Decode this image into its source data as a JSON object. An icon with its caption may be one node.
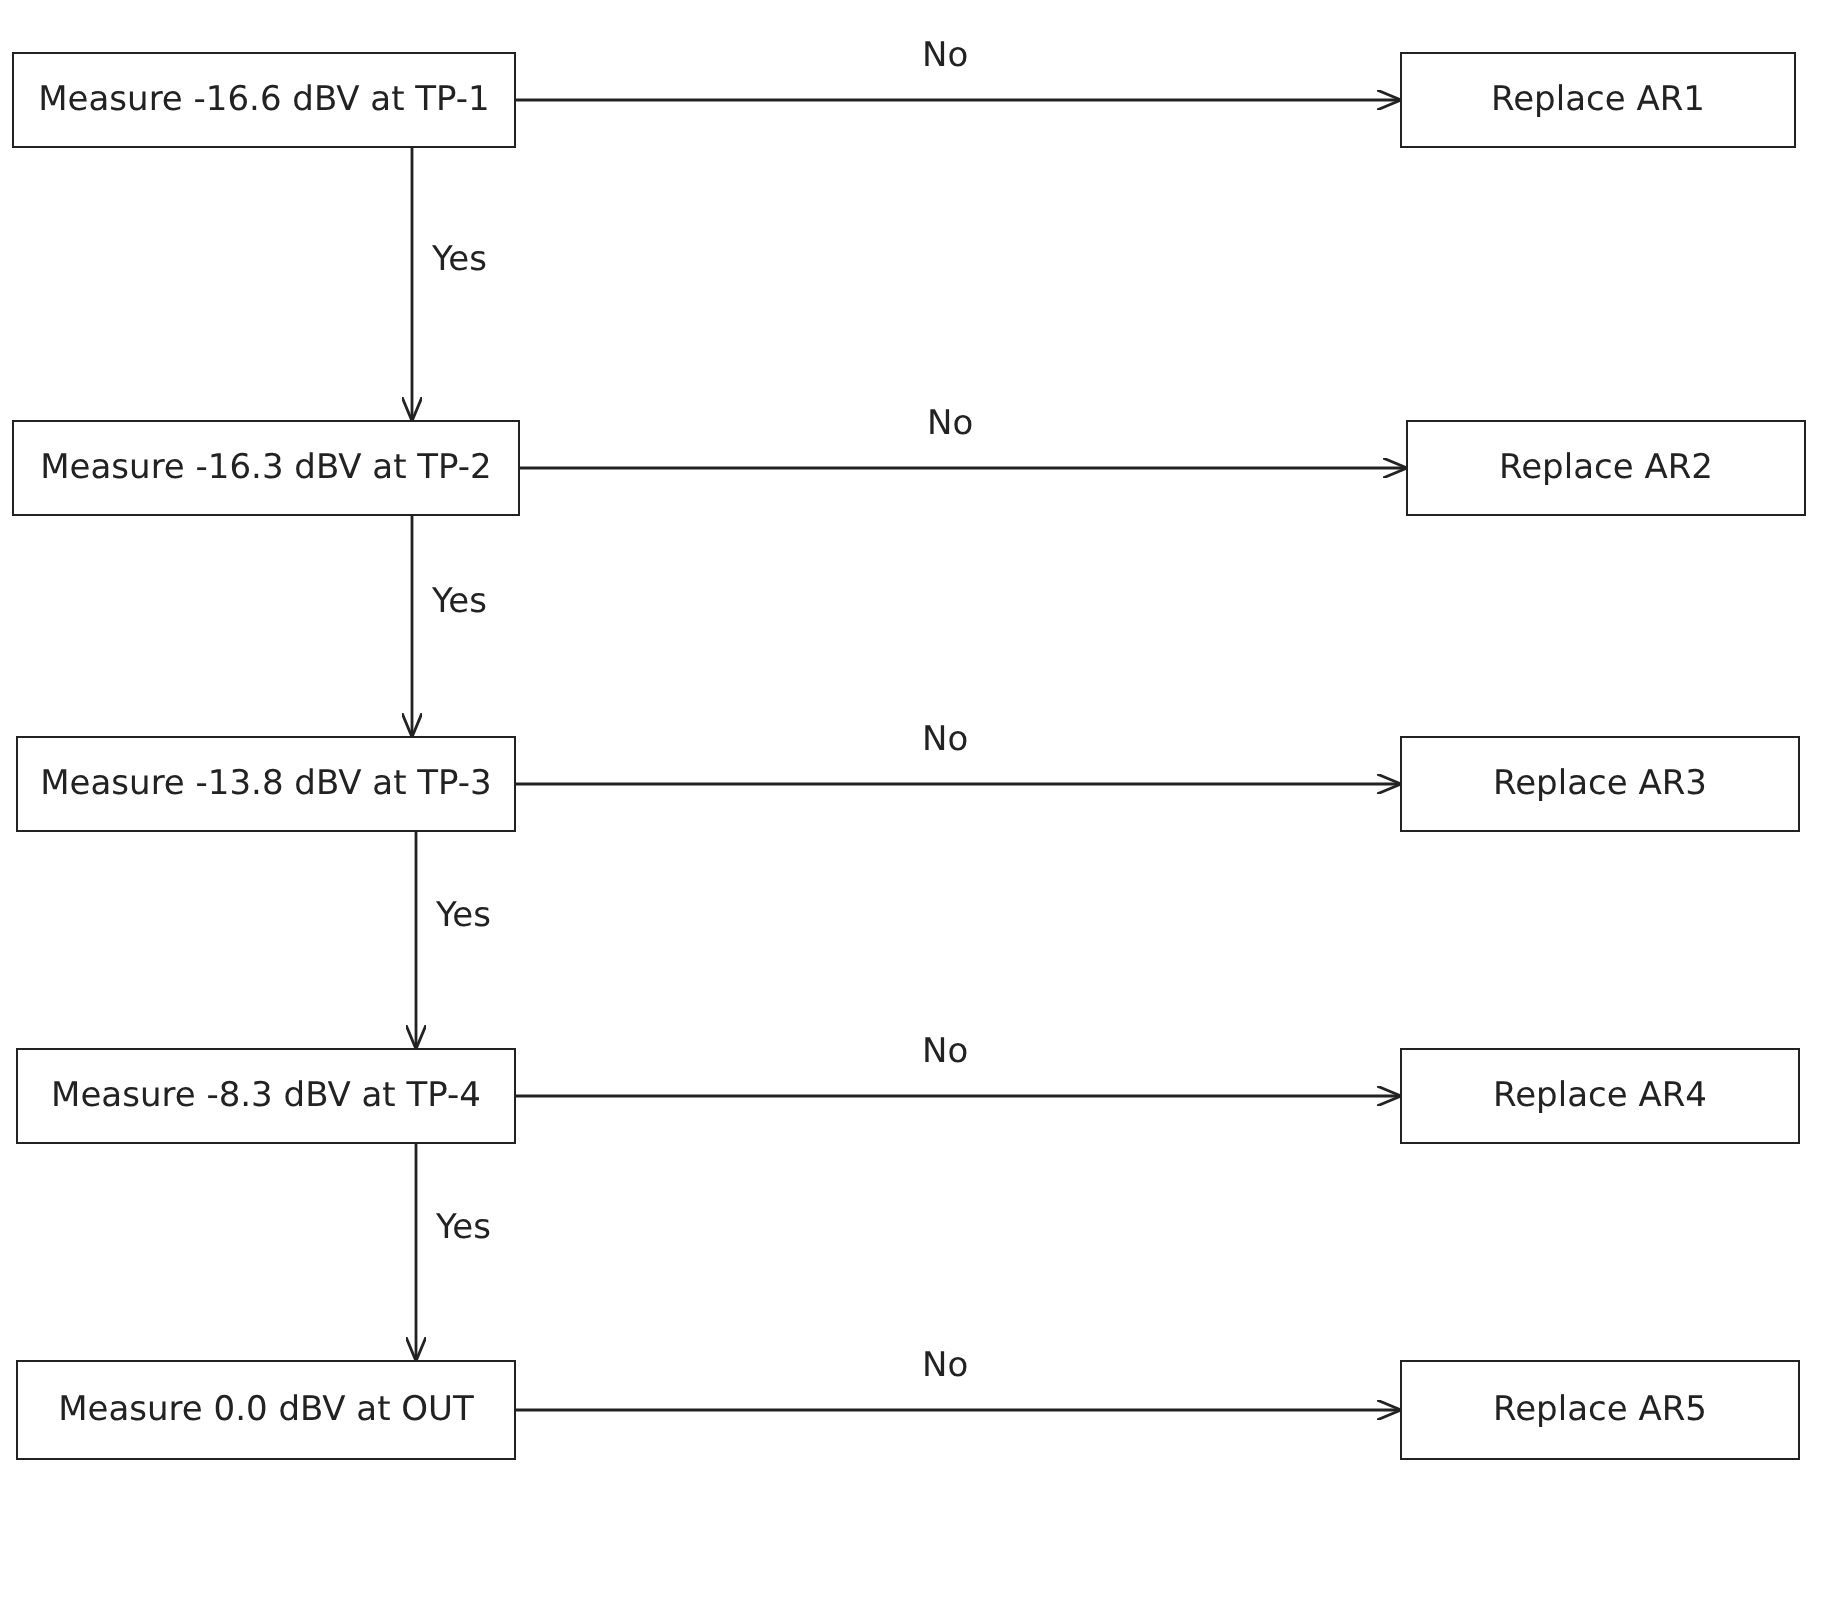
{
  "diagram": {
    "nodes": [
      {
        "text": [
          "Measure -16.6 dBV at TP-1"
        ]
      },
      {
        "text": [
          "Replace AR1"
        ]
      },
      {
        "text": [
          "Measure -16.3 dBV at TP-2"
        ]
      },
      {
        "text": [
          "Replace AR2"
        ]
      },
      {
        "text": [
          "Measure -13.8 dBV at TP-3"
        ]
      },
      {
        "text": [
          "Replace AR3"
        ]
      },
      {
        "text": [
          "Measure -8.3 dBV at TP-4"
        ]
      },
      {
        "text": [
          "Replace AR4"
        ]
      },
      {
        "text": [
          "Measure 0.0 dBV at OUT"
        ]
      },
      {
        "text": [
          "Replace AR5"
        ]
      }
    ],
    "edges": [
      {
        "from": 0,
        "to": 1,
        "arrow": "to",
        "label": "No"
      },
      {
        "from": 0,
        "to": 2,
        "arrow": "to",
        "label": "Yes"
      },
      {
        "from": 2,
        "to": 3,
        "arrow": "to",
        "label": "No"
      },
      {
        "from": 2,
        "to": 4,
        "arrow": "to",
        "label": "Yes"
      },
      {
        "from": 4,
        "to": 5,
        "arrow": "to",
        "label": "No"
      },
      {
        "from": 4,
        "to": 6,
        "arrow": "to",
        "label": "Yes"
      },
      {
        "from": 6,
        "to": 7,
        "arrow": "to",
        "label": "No"
      },
      {
        "from": 6,
        "to": 8,
        "arrow": "to",
        "label": "Yes"
      },
      {
        "from": 8,
        "to": 9,
        "arrow": "to",
        "label": "No"
      }
    ]
  }
}
